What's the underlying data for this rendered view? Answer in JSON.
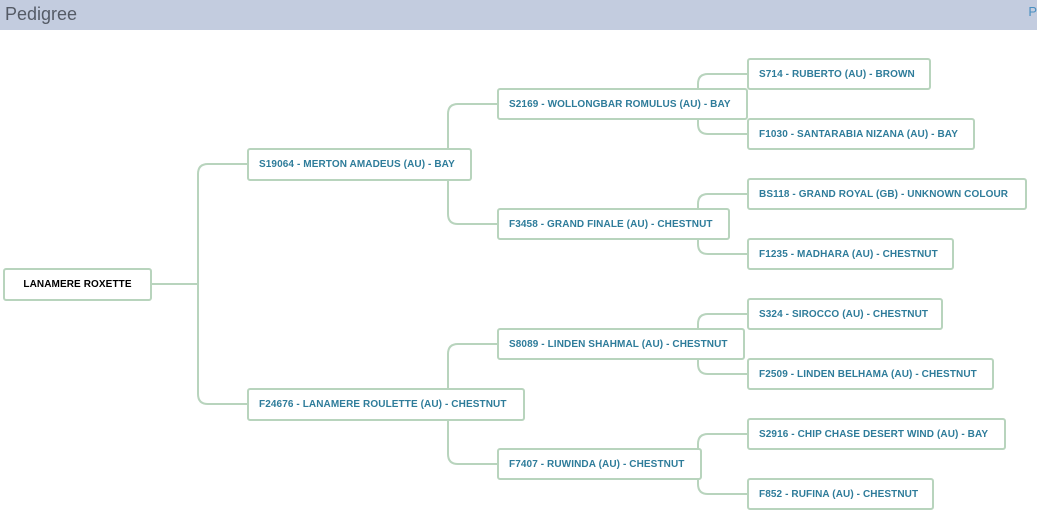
{
  "header": {
    "title": "Pedigree",
    "edge_link": "P"
  },
  "pedigree": {
    "root": "LANAMERE ROXETTE",
    "sire": "S19064 - MERTON AMADEUS (AU) - BAY",
    "dam": "F24676 - LANAMERE ROULETTE (AU) - CHESTNUT",
    "sire_sire": "S2169 - WOLLONGBAR ROMULUS (AU) - BAY",
    "sire_dam": "F3458 - GRAND FINALE (AU) - CHESTNUT",
    "dam_sire": "S8089 - LINDEN SHAHMAL (AU) - CHESTNUT",
    "dam_dam": "F7407 - RUWINDA (AU) - CHESTNUT",
    "ss_sire": "S714 - RUBERTO (AU) - BROWN",
    "ss_dam": "F1030 - SANTARABIA NIZANA (AU) - BAY",
    "sd_sire": "BS118 - GRAND ROYAL (GB) - UNKNOWN COLOUR",
    "sd_dam": "F1235 - MADHARA (AU) - CHESTNUT",
    "ds_sire": "S324 - SIROCCO (AU) - CHESTNUT",
    "ds_dam": "F2509 - LINDEN BELHAMA (AU) - CHESTNUT",
    "dd_sire": "S2916 - CHIP CHASE DESERT WIND (AU) - BAY",
    "dd_dam": "F852 - RUFINA (AU) - CHESTNUT"
  }
}
